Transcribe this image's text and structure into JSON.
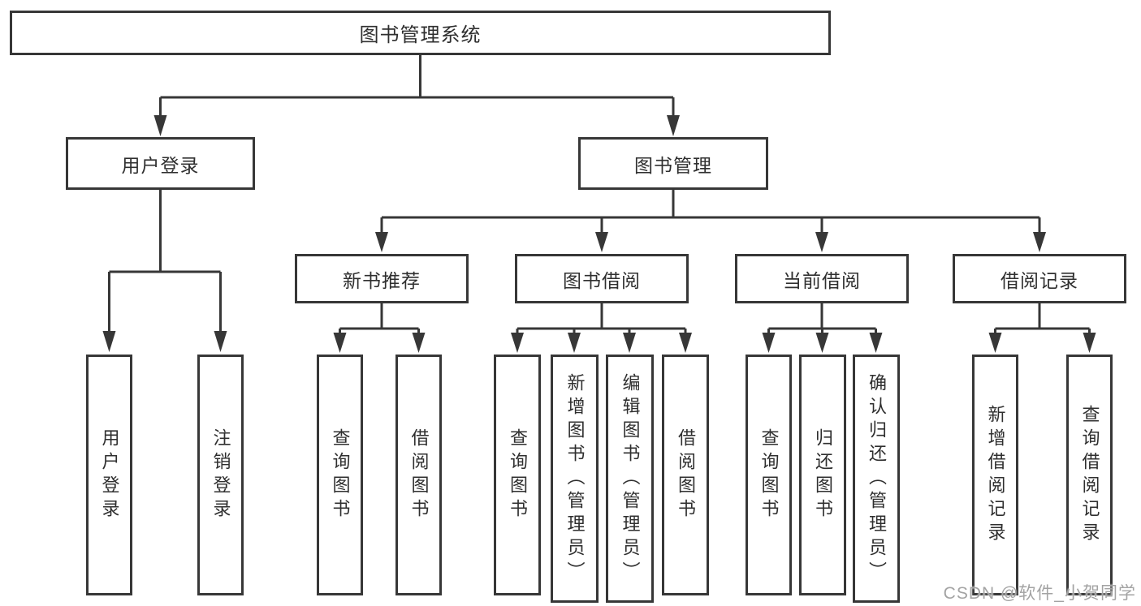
{
  "diagram_type": "feature-tree",
  "colors": {
    "line": "#373737",
    "box_border": "#373737",
    "text": "#2f2f2f",
    "background": "#ffffff",
    "watermark": "#a3a3a3"
  },
  "tree": {
    "root": {
      "label": "图书管理系统"
    },
    "branches": [
      {
        "label": "用户登录",
        "children": [
          {
            "label": "用户登录"
          },
          {
            "label": "注销登录"
          }
        ]
      },
      {
        "label": "图书管理",
        "children": [
          {
            "label": "新书推荐",
            "children": [
              {
                "label": "查询图书"
              },
              {
                "label": "借阅图书"
              }
            ]
          },
          {
            "label": "图书借阅",
            "children": [
              {
                "label": "查询图书"
              },
              {
                "label": "新增图书（管理员）"
              },
              {
                "label": "编辑图书（管理员）"
              },
              {
                "label": "借阅图书"
              }
            ]
          },
          {
            "label": "当前借阅",
            "children": [
              {
                "label": "查询图书"
              },
              {
                "label": "归还图书"
              },
              {
                "label": "确认归还（管理员）"
              }
            ]
          },
          {
            "label": "借阅记录",
            "children": [
              {
                "label": "新增借阅记录"
              },
              {
                "label": "查询借阅记录"
              }
            ]
          }
        ]
      }
    ]
  },
  "watermark": "CSDN @软件_小贺同学"
}
